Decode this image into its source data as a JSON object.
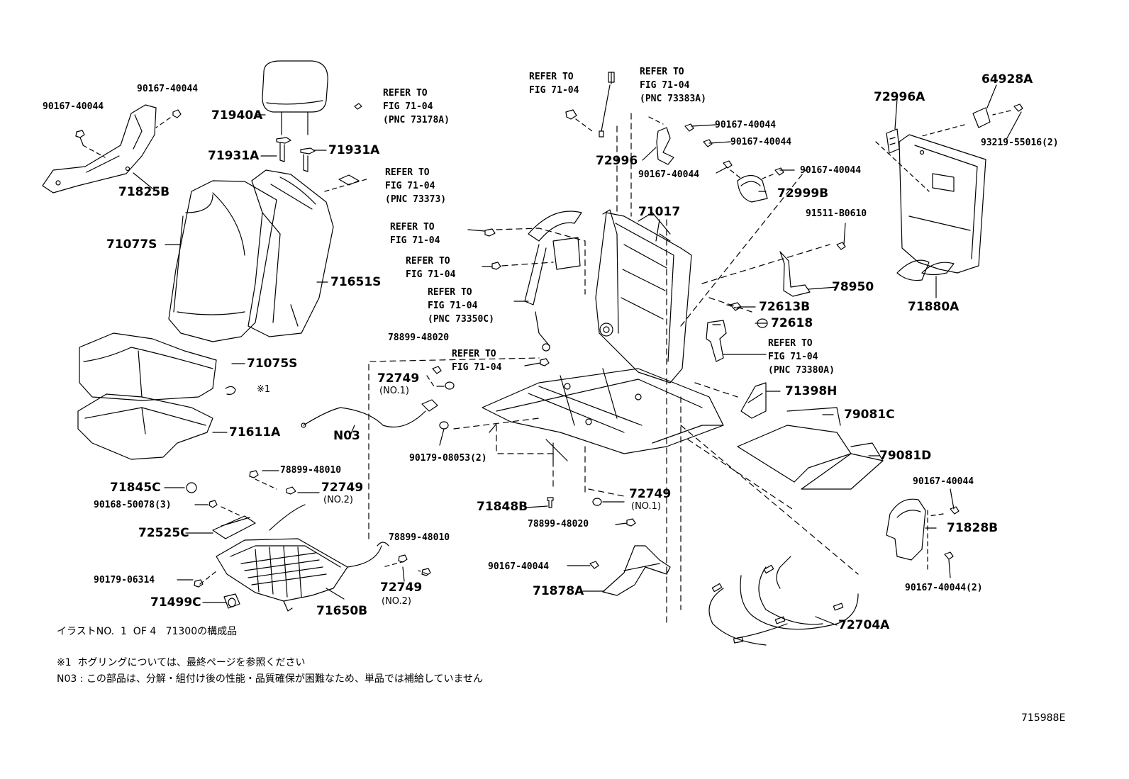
{
  "callouts": {
    "c71940A": "71940A",
    "c71931A_l": "71931A",
    "c71931A_r": "71931A",
    "c71825B": "71825B",
    "c90167_tl1": "90167-40044",
    "c90167_tl2": "90167-40044",
    "c71077S": "71077S",
    "c71651S": "71651S",
    "c71075S": "71075S",
    "c_note1": "※1",
    "c71611A": "71611A",
    "c71845C": "71845C",
    "c90168": "90168-50078(3)",
    "c72525C": "72525C",
    "c90179_06314": "90179-06314",
    "c71499C": "71499C",
    "c71650B": "71650B",
    "c78899_48010_a": "78899-48010",
    "c72749_no2_a": "72749",
    "c72749_no2_a_sub": "(NO.2)",
    "c78899_48010_b": "78899-48010",
    "c72749_no2_b": "72749",
    "c72749_no2_b_sub": "(NO.2)",
    "c78899_48020_a": "78899-48020",
    "c72749_no1_a": "72749",
    "c72749_no1_a_sub": "(NO.1)",
    "cN03": "N03",
    "c90179_08053": "90179-08053(2)",
    "c71848B": "71848B",
    "c72749_no1_b": "72749",
    "c72749_no1_b_sub": "(NO.1)",
    "c78899_48020_b": "78899-48020",
    "c90167_mb": "90167-40044",
    "c71878A": "71878A",
    "c72704A": "72704A",
    "c71017": "71017",
    "c72996": "72996",
    "c90167_m1": "90167-40044",
    "c90167_m2": "90167-40044",
    "c90167_m3": "90167-40044",
    "c90167_m4": "90167-40044",
    "c72999B": "72999B",
    "c72613B": "72613B",
    "c72618": "72618",
    "c71398H": "71398H",
    "c79081C": "79081C",
    "c79081D": "79081D",
    "c72996A": "72996A",
    "c64928A": "64928A",
    "c93219": "93219-55016(2)",
    "c91511": "91511-B0610",
    "c78950": "78950",
    "c71880A": "71880A",
    "c90167_r1": "90167-40044",
    "c71828B": "71828B",
    "c90167_r2": "90167-40044(2)"
  },
  "refers": {
    "r73178A": "REFER TO\nFIG 71-04\n(PNC 73178A)",
    "r73373": "REFER TO\nFIG 71-04\n(PNC 73373)",
    "r_a": "REFER TO\nFIG 71-04",
    "r_b": "REFER TO\nFIG 71-04",
    "r73350C": "REFER TO\nFIG 71-04\n(PNC 73350C)",
    "r_c": "REFER TO\nFIG 71-04",
    "r_top": "REFER TO\nFIG 71-04",
    "r73383A": "REFER TO\nFIG 71-04\n(PNC 73383A)",
    "r73380A": "REFER TO\nFIG 71-04\n(PNC 73380A)"
  },
  "notes": {
    "line1": "イラストNO.  1  OF 4   71300の構成品",
    "line2": "※1  ホグリングについては、最終ページを参照ください",
    "line3": "N03 : この部品は、分解・組付け後の性能・品質確保が困難なため、単品では補給していません"
  },
  "figure_id": "715988E"
}
